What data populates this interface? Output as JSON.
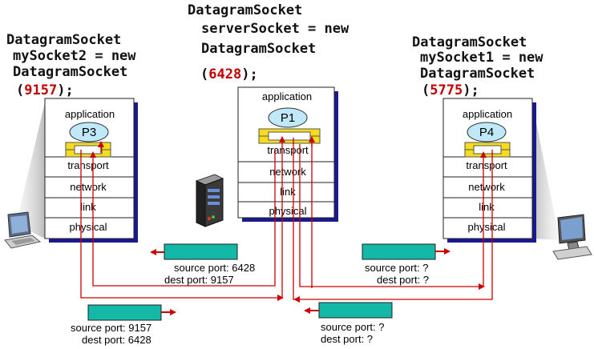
{
  "code": {
    "left": {
      "line1": "DatagramSocket",
      "line2": "mySocket2 = new",
      "line3": "DatagramSocket",
      "port": "9157",
      "close": ");",
      "open": "("
    },
    "center": {
      "line1": "DatagramSocket",
      "line2": "serverSocket = new",
      "line3": "DatagramSocket",
      "port": "6428",
      "close": ");",
      "open": "("
    },
    "right": {
      "line1": "DatagramSocket",
      "line2": "mySocket1 = new",
      "line3": "DatagramSocket",
      "port": "5775",
      "close": ");",
      "open": "("
    }
  },
  "stacks": {
    "left": {
      "application": "application",
      "process": "P3",
      "transport": "transport",
      "network": "network",
      "link": "link",
      "physical": "physical"
    },
    "center": {
      "application": "application",
      "process": "P1",
      "transport": "transport",
      "network": "network",
      "link": "link",
      "physical": "physical"
    },
    "right": {
      "application": "application",
      "process": "P4",
      "transport": "transport",
      "network": "network",
      "link": "link",
      "physical": "physical"
    }
  },
  "segments": {
    "center_left": {
      "src": "source port: 6428",
      "dst": "dest port: 9157"
    },
    "center_right": {
      "src": "source port: ?",
      "dst": "dest port: ?"
    },
    "bottom_left": {
      "src": "source port: 9157",
      "dst": "dest port: 6428"
    },
    "bottom_right": {
      "src": "source port: ?",
      "dst": "dest port: ?"
    }
  },
  "colors": {
    "arrow": "#cc0000",
    "segment": "#13b8a6",
    "socket": "#f5dd1e",
    "process": "#bfe8f8",
    "stack_shadow": "#1a1a8c",
    "port_text": "#c00000"
  },
  "icons": [
    "laptop-icon",
    "server-icon",
    "desktop-computer-icon"
  ]
}
